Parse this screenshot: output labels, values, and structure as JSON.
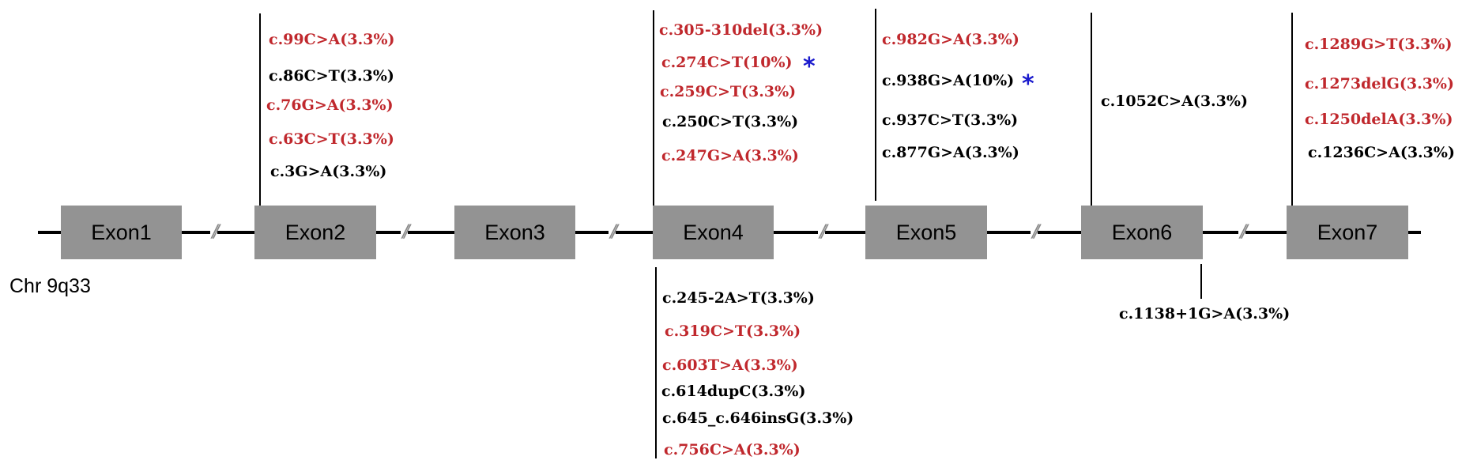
{
  "chromosome_label": "Chr 9q33",
  "break_mark": "//",
  "star_symbol": "*",
  "colors": {
    "highlight_mutation": "#c0282d",
    "normal_mutation": "#000000",
    "exon_fill": "#939393",
    "star": "#1a1acd"
  },
  "exons": [
    {
      "label": "Exon1"
    },
    {
      "label": "Exon2"
    },
    {
      "label": "Exon3"
    },
    {
      "label": "Exon4"
    },
    {
      "label": "Exon5"
    },
    {
      "label": "Exon6"
    },
    {
      "label": "Exon7"
    }
  ],
  "mutations": {
    "exon2_above": [
      {
        "text": "c.99C>A(3.3%)",
        "highlight": true
      },
      {
        "text": "c.86C>T(3.3%)",
        "highlight": false
      },
      {
        "text": "c.76G>A(3.3%)",
        "highlight": true
      },
      {
        "text": "c.63C>T(3.3%)",
        "highlight": true
      },
      {
        "text": "c.3G>A(3.3%)",
        "highlight": false
      }
    ],
    "exon4_above": [
      {
        "text": "c.305-310del(3.3%)",
        "highlight": true
      },
      {
        "text": "c.274C>T(10%)",
        "highlight": true,
        "star": true
      },
      {
        "text": "c.259C>T(3.3%)",
        "highlight": true
      },
      {
        "text": "c.250C>T(3.3%)",
        "highlight": false
      },
      {
        "text": "c.247G>A(3.3%)",
        "highlight": true
      }
    ],
    "exon5_above": [
      {
        "text": "c.982G>A(3.3%)",
        "highlight": true
      },
      {
        "text": "c.938G>A(10%)",
        "highlight": false,
        "star": true
      },
      {
        "text": "c.937C>T(3.3%)",
        "highlight": false
      },
      {
        "text": "c.877G>A(3.3%)",
        "highlight": false
      }
    ],
    "exon6_above": [
      {
        "text": "c.1052C>A(3.3%)",
        "highlight": false
      }
    ],
    "exon7_above": [
      {
        "text": "c.1289G>T(3.3%)",
        "highlight": true
      },
      {
        "text": "c.1273delG(3.3%)",
        "highlight": true
      },
      {
        "text": "c.1250delA(3.3%)",
        "highlight": true
      },
      {
        "text": "c.1236C>A(3.3%)",
        "highlight": false
      }
    ],
    "exon4_below": [
      {
        "text": "c.245-2A>T(3.3%)",
        "highlight": false
      },
      {
        "text": "c.319C>T(3.3%)",
        "highlight": true
      },
      {
        "text": "c.603T>A(3.3%)",
        "highlight": true
      },
      {
        "text": "c.614dupC(3.3%)",
        "highlight": false
      },
      {
        "text": "c.645_c.646insG(3.3%)",
        "highlight": false
      },
      {
        "text": "c.756C>A(3.3%)",
        "highlight": true
      }
    ],
    "exon6_below": [
      {
        "text": "c.1138+1G>A(3.3%)",
        "highlight": false
      }
    ]
  }
}
